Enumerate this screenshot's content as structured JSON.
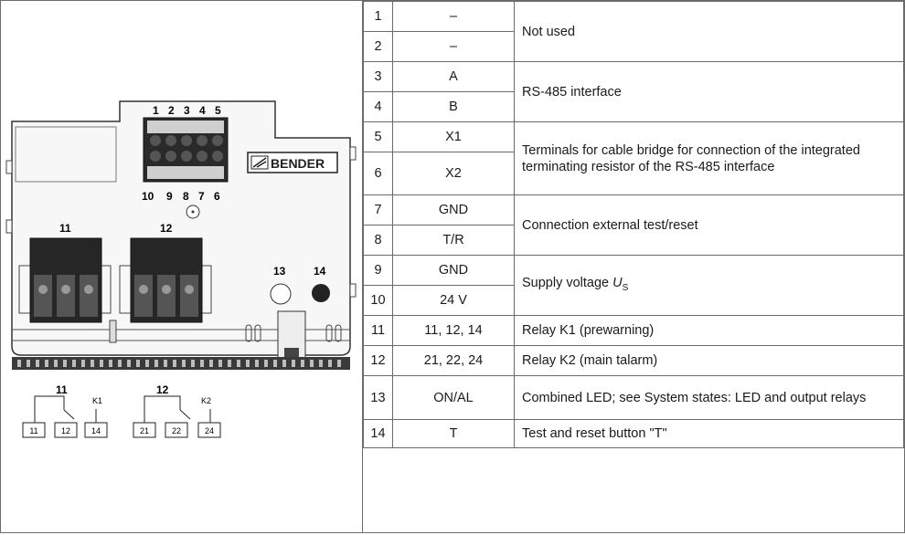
{
  "diagram": {
    "top_terminal_numbers": [
      "1",
      "2",
      "3",
      "4",
      "5"
    ],
    "bottom_terminal_numbers": [
      "10",
      "9",
      "8",
      "7",
      "6"
    ],
    "brand_logo": "BENDER",
    "connector_left_label": "11",
    "connector_right_label": "12",
    "led_label": "13",
    "button_label": "14",
    "relay1": {
      "group": "11",
      "name": "K1",
      "pins": [
        "11",
        "12",
        "14"
      ]
    },
    "relay2": {
      "group": "12",
      "name": "K2",
      "pins": [
        "21",
        "22",
        "24"
      ]
    }
  },
  "table": {
    "rows": [
      {
        "num": "1",
        "term": "–"
      },
      {
        "num": "2",
        "term": "–"
      },
      {
        "num": "3",
        "term": "A"
      },
      {
        "num": "4",
        "term": "B"
      },
      {
        "num": "5",
        "term": "X1"
      },
      {
        "num": "6",
        "term": "X2"
      },
      {
        "num": "7",
        "term": "GND"
      },
      {
        "num": "8",
        "term": "T/R"
      },
      {
        "num": "9",
        "term": "GND"
      },
      {
        "num": "10",
        "term": "24 V"
      },
      {
        "num": "11",
        "term": "11, 12, 14"
      },
      {
        "num": "12",
        "term": "21, 22, 24"
      },
      {
        "num": "13",
        "term": "ON/AL"
      },
      {
        "num": "14",
        "term": "T"
      }
    ],
    "descriptions": {
      "not_used": "Not used",
      "rs485": "RS-485 interface",
      "cable_bridge": "Terminals for cable bridge for connection of the integrated terminating resistor of the RS-485 interface",
      "ext_test": "Connection external test/reset",
      "supply_prefix": "Supply voltage ",
      "supply_symbol": "U",
      "supply_subscript": "S",
      "relay_k1": "Relay K1 (prewarning)",
      "relay_k2": "Relay K2 (main talarm)",
      "combined_led": "Combined LED; see System states: LED and output relays",
      "test_button": "Test and reset button \"T\""
    }
  }
}
